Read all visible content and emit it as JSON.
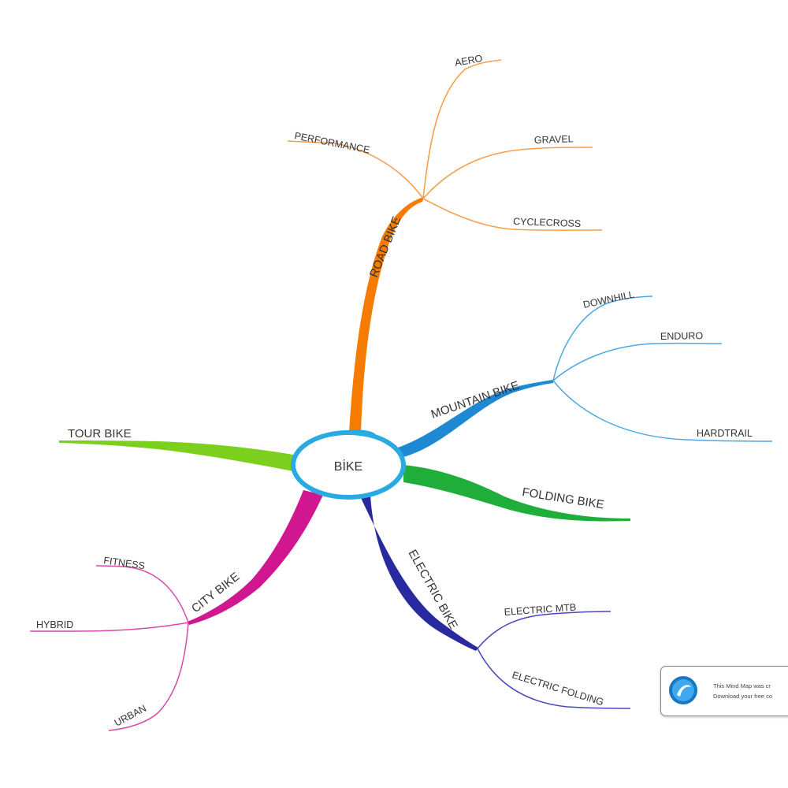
{
  "center": {
    "label": "BİKE",
    "ring_color": "#29abe2"
  },
  "branches": [
    {
      "id": "road",
      "label": "ROAD BIKE",
      "color": "#f57c00",
      "children": [
        "PERFORMANCE",
        "AERO",
        "GRAVEL",
        "CYCLECROSS"
      ]
    },
    {
      "id": "mountain",
      "label": "MOUNTAIN BIKE",
      "color": "#1e88d2",
      "children": [
        "DOWNHILL",
        "ENDURO",
        "HARDTRAIL"
      ]
    },
    {
      "id": "folding",
      "label": "FOLDING BIKE",
      "color": "#1fae3a",
      "children": []
    },
    {
      "id": "electric",
      "label": "ELECTRIC BIKE",
      "color": "#2a2aa0",
      "children": [
        "ELECTRIC MTB",
        "ELECTRIC FOLDING"
      ]
    },
    {
      "id": "city",
      "label": "CITY BIKE",
      "color": "#d0178f",
      "children": [
        "FITNESS",
        "HYBRID",
        "URBAN"
      ]
    },
    {
      "id": "tour",
      "label": "TOUR BIKE",
      "color": "#7ccf1c",
      "children": []
    }
  ],
  "watermark": {
    "line1": "This Mind Map was cr",
    "line2": "Download your free co",
    "logo": "app-logo-icon"
  }
}
